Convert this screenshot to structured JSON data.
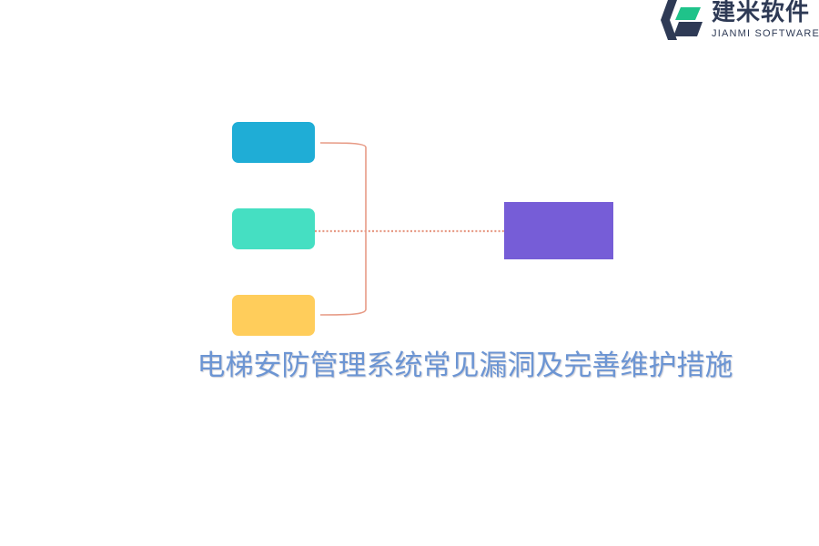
{
  "logo": {
    "name_cn": "建米软件",
    "name_en": "JIANMI SOFTWARE",
    "icon": "jianmi-logo-icon",
    "colors": {
      "dark": "#2e3a55",
      "green": "#1fc38a"
    }
  },
  "diagram": {
    "title": "电梯安防管理系统常见漏洞及完善维护措施",
    "nodes": [
      {
        "label": "",
        "color": "#1fadd6"
      },
      {
        "label": "",
        "color": "#45dfc2"
      },
      {
        "label": "",
        "color": "#ffcd5b"
      }
    ],
    "target": {
      "label": "",
      "color": "#765dd7"
    },
    "connector_color": "#e79b86"
  }
}
